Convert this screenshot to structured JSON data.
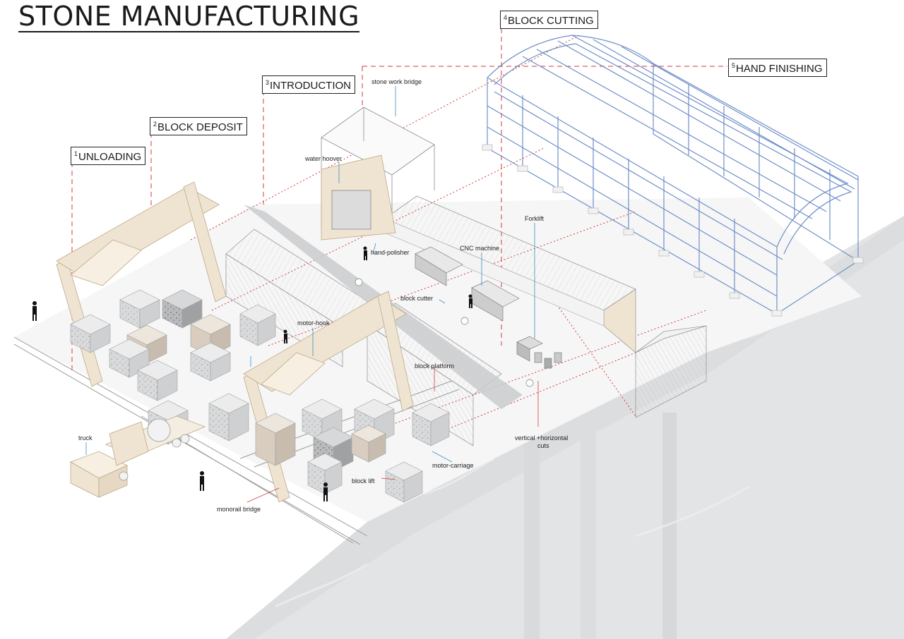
{
  "title": "STONE MANUFACTURING",
  "stages": [
    {
      "id": "unloading",
      "number": "1",
      "label": "UNLOADING"
    },
    {
      "id": "block-deposit",
      "number": "2",
      "label": "BLOCK DEPOSIT"
    },
    {
      "id": "introduction",
      "number": "3",
      "label": "INTRODUCTION"
    },
    {
      "id": "block-cutting",
      "number": "4",
      "label": "BLOCK CUTTING"
    },
    {
      "id": "hand-finishing",
      "number": "5",
      "label": "HAND FINISHING"
    }
  ],
  "callouts": [
    {
      "id": "stone-work-bridge",
      "text": "stone work bridge"
    },
    {
      "id": "water-hoover",
      "text": "water hoover"
    },
    {
      "id": "hand-polisher",
      "text": "hand-polisher"
    },
    {
      "id": "cnc-machine",
      "text": "CNC machine"
    },
    {
      "id": "forklift",
      "text": "Forklift"
    },
    {
      "id": "block-cutter",
      "text": "block cutter"
    },
    {
      "id": "motor-hook",
      "text": "motor-hook"
    },
    {
      "id": "block-platform",
      "text": "block platform"
    },
    {
      "id": "vertical-horizontal-cuts-1",
      "text": "vertical +horizontal"
    },
    {
      "id": "vertical-horizontal-cuts-2",
      "text": "cuts"
    },
    {
      "id": "motor-carriage",
      "text": "motor-carriage"
    },
    {
      "id": "block-lift",
      "text": "block lift"
    },
    {
      "id": "truck",
      "text": "truck"
    },
    {
      "id": "monorail-bridge",
      "text": "monorail bridge"
    }
  ],
  "colors": {
    "stage_line": "#d23b3b",
    "callout_line": "#3d8fc2",
    "steel_frame": "#6f8fc9",
    "wood": "#efe4d1",
    "terrain": "#e4e5e6",
    "stone": "#d4d6d8"
  }
}
